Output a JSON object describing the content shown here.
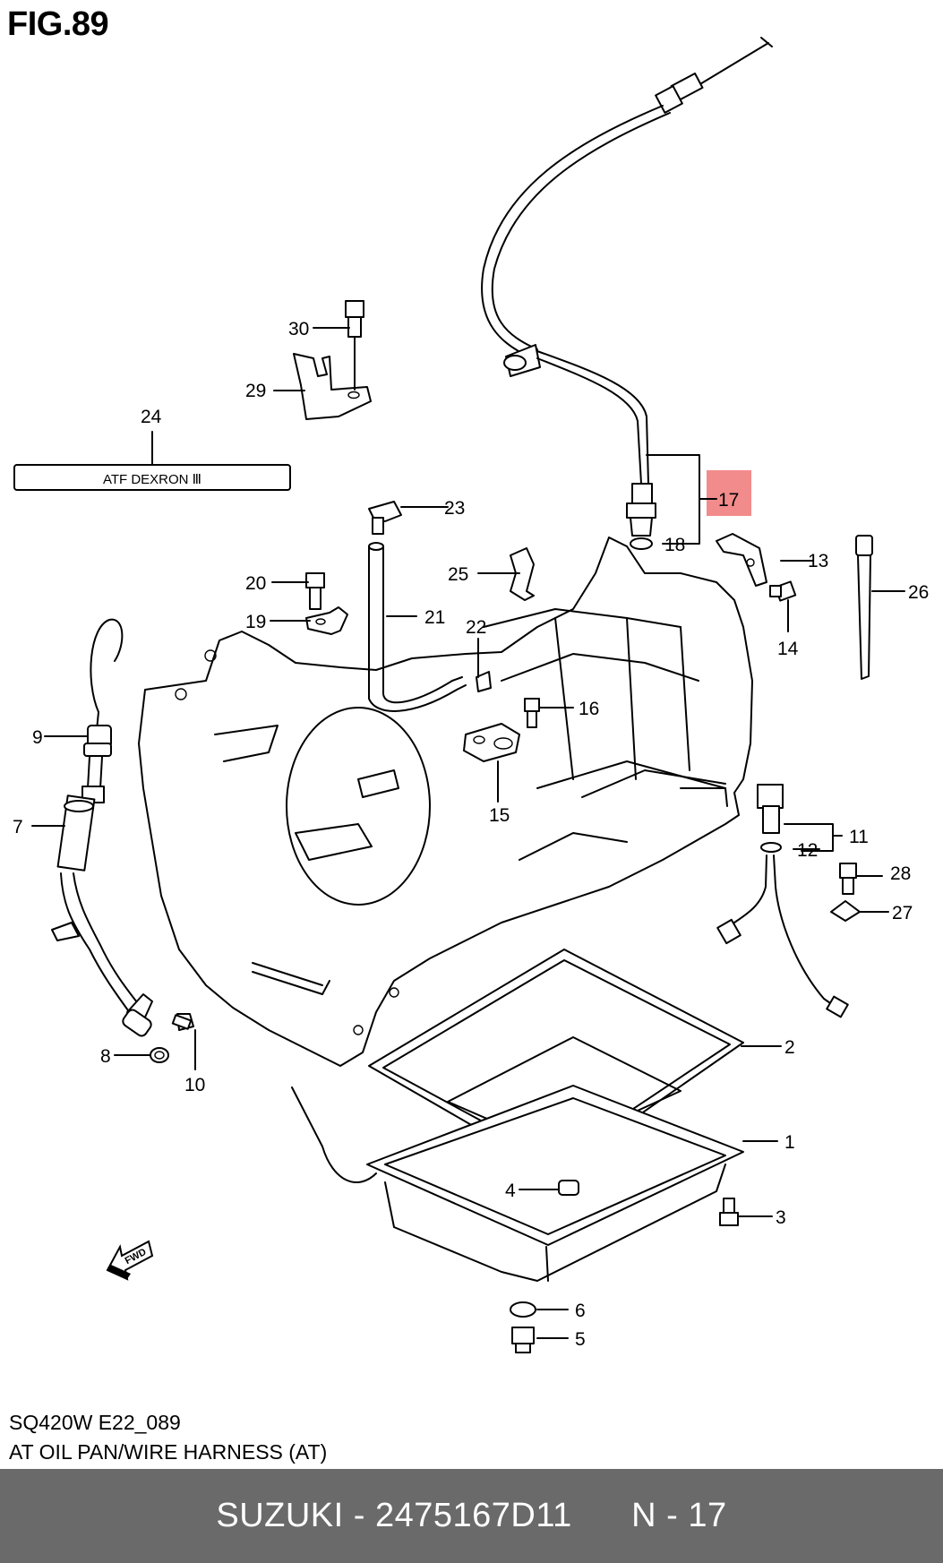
{
  "figure": {
    "title": "FIG.89"
  },
  "label_box": {
    "text": "ATF DEXRON Ⅲ"
  },
  "callouts": [
    "1",
    "2",
    "3",
    "4",
    "5",
    "6",
    "7",
    "8",
    "9",
    "10",
    "11",
    "12",
    "13",
    "14",
    "15",
    "16",
    "17",
    "18",
    "19",
    "20",
    "21",
    "22",
    "23",
    "24",
    "25",
    "26",
    "27",
    "28",
    "29",
    "30"
  ],
  "highlight": {
    "part": "17",
    "color": "#f28b8b"
  },
  "caption": {
    "code": "SQ420W E22_089",
    "description": "AT OIL PAN/WIRE HARNESS (AT)"
  },
  "footer": {
    "brand_part": "SUZUKI - 2475167D11",
    "ref": "N - 17",
    "background": "#6a6a6a"
  }
}
